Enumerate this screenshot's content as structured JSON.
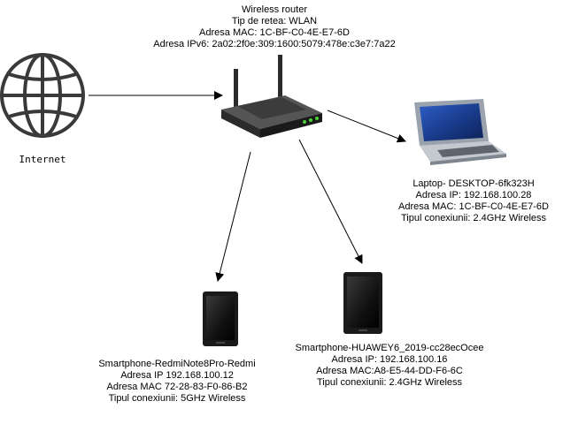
{
  "internet": {
    "label": "Internet",
    "icon": "globe-icon"
  },
  "router": {
    "icon": "wireless-router-icon",
    "lines": [
      "Wireless router",
      "Tip de retea: WLAN",
      "Adresa MAC: 1C-BF-C0-4E-E7-6D",
      "Adresa IPv6: 2a02:2f0e:309:1600:5079:478e:c3e7:7a22"
    ]
  },
  "laptop": {
    "icon": "laptop-icon",
    "lines": [
      "Laptop- DESKTOP-6fk323H",
      "Adresa IP: 192.168.100.28",
      "Adresa MAC: 1C-BF-C0-4E-E7-6D",
      "Tipul conexiunii: 2.4GHz Wireless"
    ]
  },
  "phone_redmi": {
    "icon": "smartphone-icon",
    "lines": [
      "Smartphone-RedmiNote8Pro-Redmi",
      "Adresa IP 192.168.100.12",
      "Adresa MAC 72-28-83-F0-86-B2",
      "Tipul conexiunii: 5GHz Wireless"
    ]
  },
  "phone_huawei": {
    "icon": "smartphone-icon",
    "lines": [
      "Smartphone-HUAWEY6_2019-cc28ecOcee",
      "Adresa IP: 192.168.100.16",
      "Adresa MAC:A8-E5-44-DD-F6-6C",
      "Tipul conexiunii: 2.4GHz Wireless"
    ]
  },
  "colors": {
    "globe": "#3a3a3a",
    "router_body": "#2b2b2b",
    "router_led": "#4cd13a",
    "screen": "#1f3f8f",
    "arrow": "#000000"
  }
}
